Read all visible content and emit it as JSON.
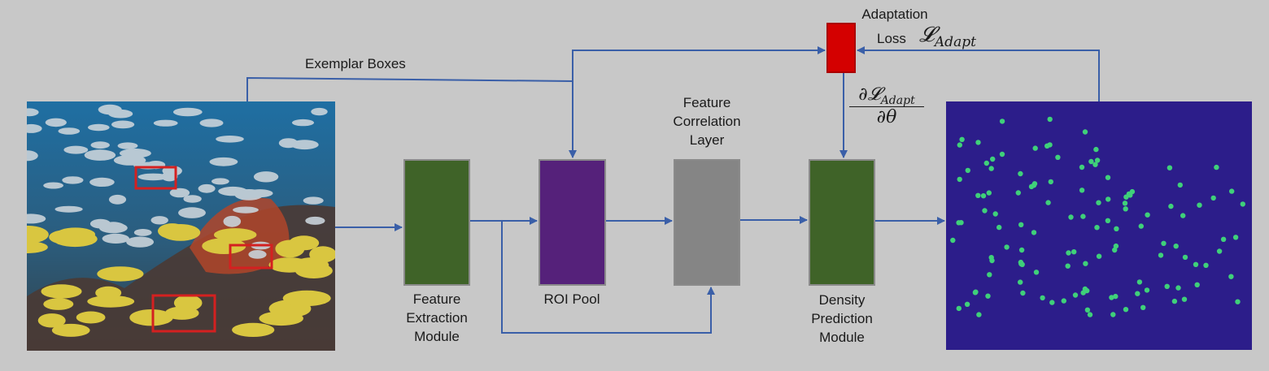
{
  "labels": {
    "exemplar_boxes": "Exemplar Boxes",
    "adaptation": "Adaptation",
    "loss": "Loss",
    "feature_correlation_line1": "Feature",
    "feature_correlation_line2": "Correlation",
    "feature_correlation_line3": "Layer",
    "feature_extraction_line1": "Feature",
    "feature_extraction_line2": "Extraction",
    "feature_extraction_line3": "Module",
    "roi_pool": "ROI Pool",
    "density_prediction_line1": "Density",
    "density_prediction_line2": "Prediction",
    "density_prediction_line3": "Module"
  },
  "math": {
    "loss_symbol": "𝓛",
    "loss_subscript": "Adapt",
    "partial": "∂",
    "theta": "θ"
  },
  "colors": {
    "background": "#c8c8c8",
    "arrow": "#3a5fa8",
    "feature_extraction": "#3f6328",
    "roi_pool": "#55217a",
    "correlation": "#858585",
    "density_prediction": "#3f6328",
    "adaptation_loss": "#d40000",
    "density_map_bg": "#2c1d8a",
    "density_dot": "#3fd07a",
    "exemplar_box": "#d42020"
  }
}
